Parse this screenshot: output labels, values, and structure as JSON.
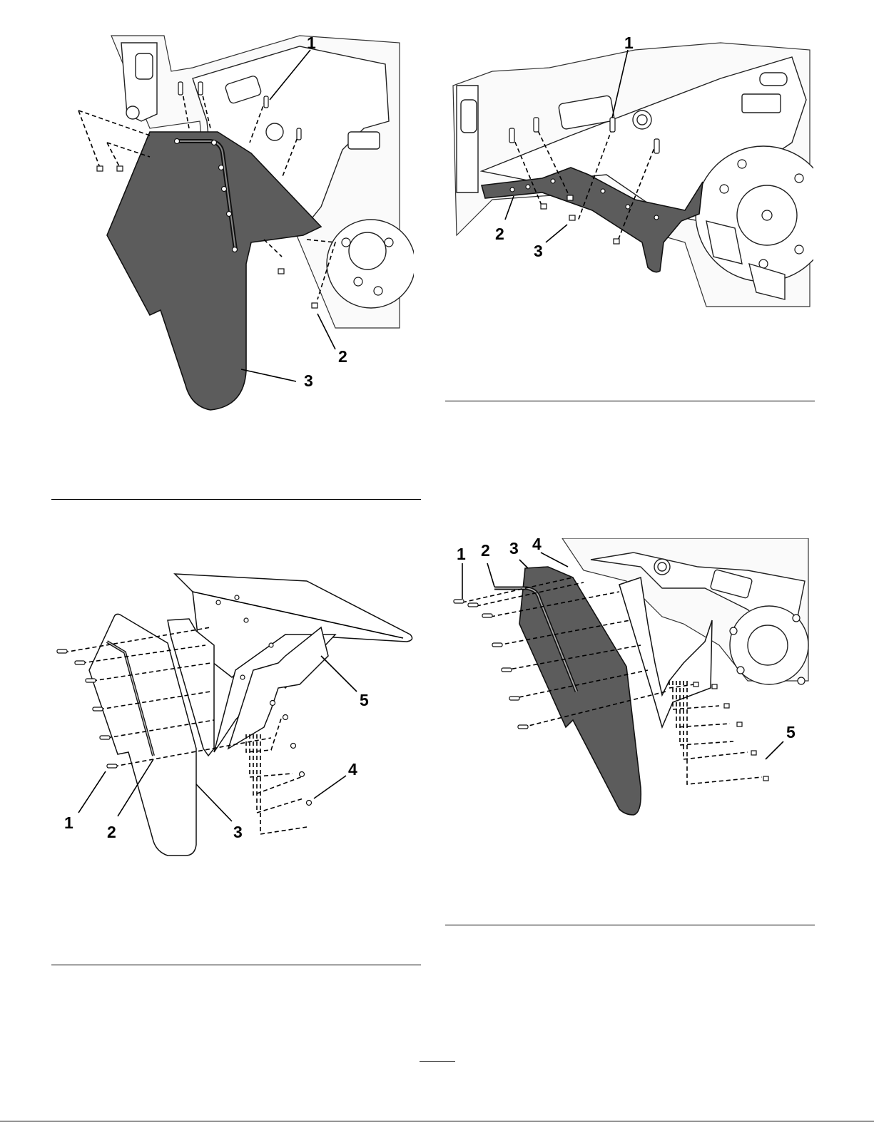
{
  "figures": [
    {
      "id": "fig-top-left",
      "callouts": [
        "1",
        "2",
        "3"
      ],
      "colors": {
        "part": "#5c5c5c",
        "line": "#000000"
      }
    },
    {
      "id": "fig-top-right",
      "callouts": [
        "1",
        "2",
        "3"
      ]
    },
    {
      "id": "fig-bottom-left",
      "callouts": [
        "1",
        "2",
        "3",
        "4",
        "5"
      ]
    },
    {
      "id": "fig-bottom-right",
      "callouts": [
        "1",
        "2",
        "3",
        "4",
        "5"
      ]
    }
  ]
}
